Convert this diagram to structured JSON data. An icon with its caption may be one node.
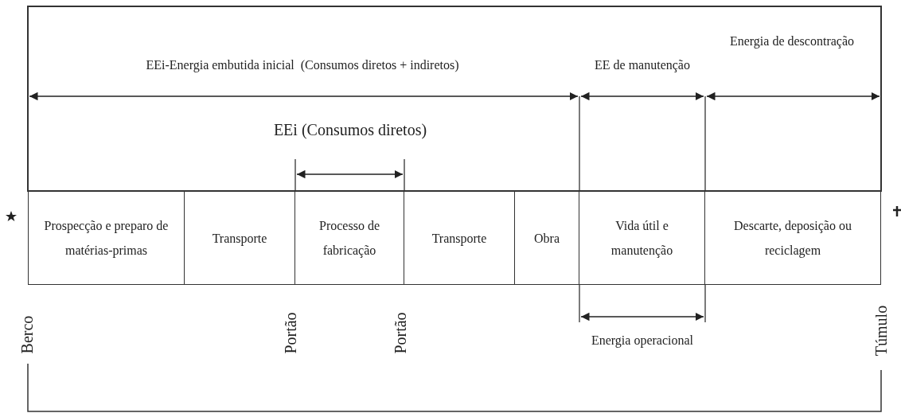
{
  "diagram": {
    "nodes": [
      {
        "text": [
          "Prospecção e preparo de matérias-primas"
        ]
      },
      {
        "text": [
          "Transporte"
        ]
      },
      {
        "text": [
          "Processo de fabricação"
        ]
      },
      {
        "text": [
          "Transporte"
        ]
      },
      {
        "text": [
          "Obra"
        ]
      },
      {
        "text": [
          "Vida útil e manutenção"
        ]
      },
      {
        "text": [
          "Descarte, deposição ou reciclagem"
        ]
      }
    ],
    "edges": [],
    "labels": [
      "EEi-Energia embutida inicial  (Consumos diretos + indiretos)",
      "EE de manutenção",
      "Energia de descontração",
      "EEi (Consumos diretos)",
      "Berco",
      "Portão",
      "Portão",
      "Energia operacional",
      "Túmulo"
    ]
  }
}
